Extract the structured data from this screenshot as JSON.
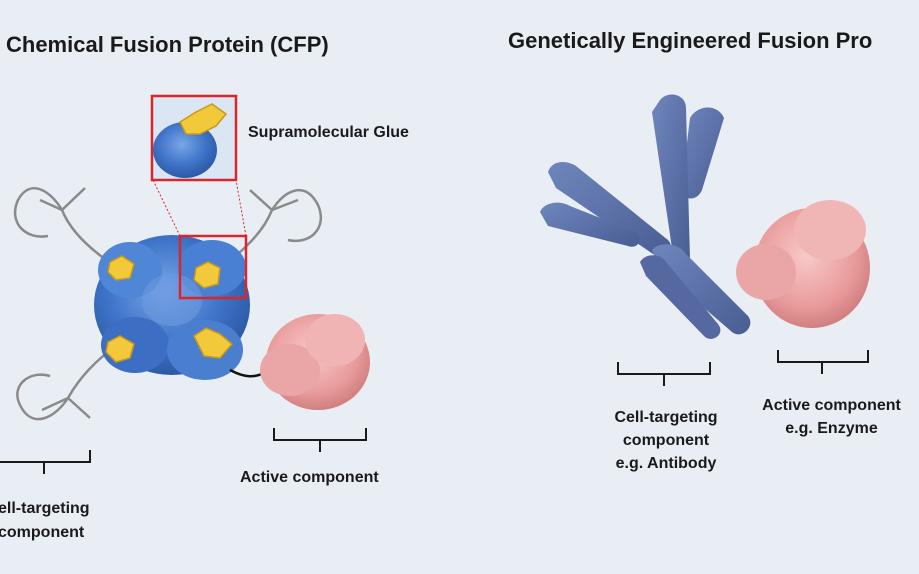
{
  "left_panel": {
    "title": "Chemical Fusion Protein (CFP)",
    "glue_label": "Supramolecular  Glue",
    "active_label": "Active component",
    "cell_label_line1": "ell-targeting",
    "cell_label_line2": "component"
  },
  "right_panel": {
    "title": "Genetically Engineered Fusion Pro",
    "cell_label_line1": "Cell-targeting",
    "cell_label_line2": "component",
    "cell_label_line3": "e.g. Antibody",
    "active_label_line1": "Active component",
    "active_label_line2": "e.g. Enzyme"
  },
  "colors": {
    "background": "#e9eef5",
    "protein_blue": "#4a7fd0",
    "glue_yellow": "#f2c93a",
    "enzyme_pink": "#eaa3a3",
    "antibody": "#5b72a8",
    "highlight_box": "#d9262b"
  }
}
